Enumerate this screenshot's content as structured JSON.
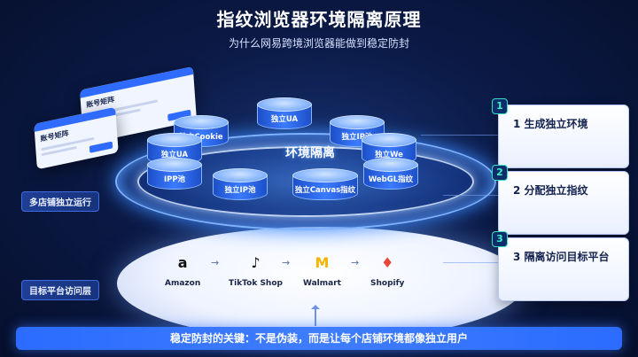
{
  "title": "指纹浏览器环境隔离原理",
  "subtitle": "为什么网易跨境浏览器能做到稳定防封",
  "left": {
    "mock1_title": "账号矩阵",
    "mock2_title": "账号矩阵",
    "tag_shops": "多店铺独立运行",
    "tag_platforms": "目标平台访问层"
  },
  "center": {
    "label": "环境隔离",
    "cylinders": [
      "独立UA",
      "独立Cookie",
      "独立IP池",
      "独立UA",
      "独立We",
      "IPP池",
      "独立IP池",
      "独立Canvas指纹",
      "WebGL指纹"
    ]
  },
  "platforms": [
    {
      "name": "Amazon",
      "icon": "amazon-icon",
      "color": "#111111"
    },
    {
      "name": "TikTok Shop",
      "icon": "tiktok-icon",
      "color": "#111111"
    },
    {
      "name": "Walmart",
      "icon": "walmart-icon",
      "color": "#f5b400"
    },
    {
      "name": "Shopify",
      "icon": "shopify-icon",
      "color": "#e8483b"
    }
  ],
  "steps": [
    {
      "num": "1",
      "title": "生成独立环境"
    },
    {
      "num": "2",
      "title": "分配独立指纹"
    },
    {
      "num": "3",
      "title": "隔离访问目标平台"
    }
  ],
  "bottom": "稳定防封的关键：不是伪装，而是让每个店铺环境都像独立用户",
  "colors": {
    "accent": "#2f6bff",
    "teal": "#3ff0c8",
    "bg": "#0b1a46"
  }
}
